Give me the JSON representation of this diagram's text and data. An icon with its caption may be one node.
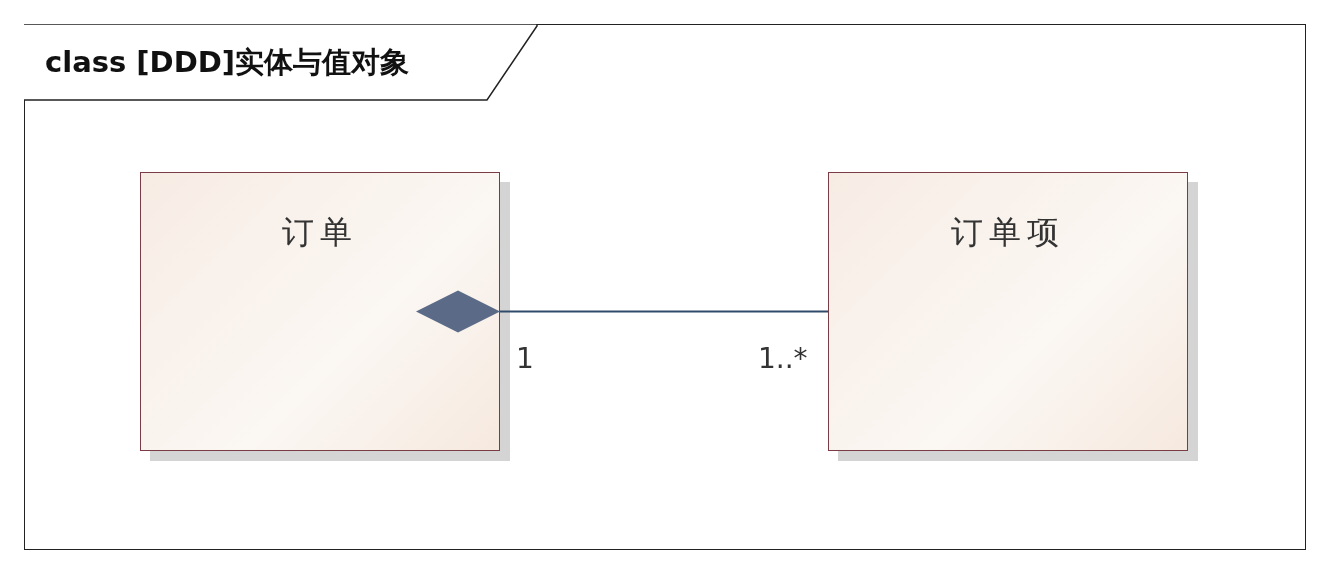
{
  "diagram": {
    "nodes": [
      {
        "text": [
          "class [DDD]实体与值对象"
        ]
      },
      {
        "text": [
          "订单"
        ],
        "in": 0
      },
      {
        "text": [
          "订单项"
        ],
        "in": 0
      }
    ],
    "edges": [
      {
        "from": 1,
        "to": 2,
        "arrow": "other"
      }
    ],
    "labels": [
      "1",
      "1..*"
    ]
  }
}
